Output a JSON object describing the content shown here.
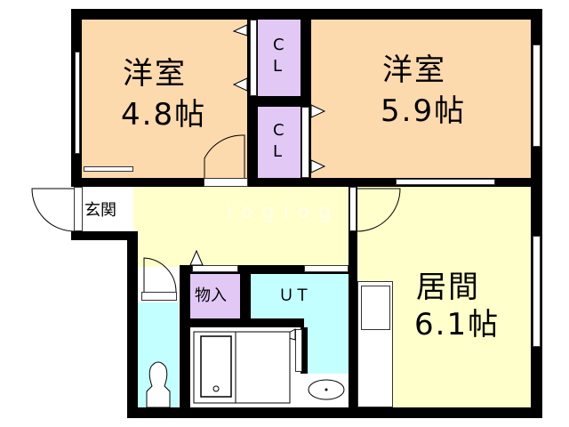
{
  "floorplan": {
    "colors": {
      "western_room": "#FDD9AE",
      "closet": "#E1C8F5",
      "living": "#FFFFCC",
      "wet_area": "#C4FFFF",
      "storage": "#E1C8F5",
      "wall": "#000000",
      "entrance": "#FFFFFF"
    },
    "rooms": {
      "western_room_1": {
        "name": "洋室",
        "size": "4.8帖"
      },
      "western_room_2": {
        "name": "洋室",
        "size": "5.9帖"
      },
      "closet_1": {
        "line1": "C",
        "line2": "L"
      },
      "closet_2": {
        "line1": "C",
        "line2": "L"
      },
      "entrance": {
        "name": "玄関"
      },
      "storage": {
        "name": "物入"
      },
      "utility": {
        "name": "ＵＴ"
      },
      "living": {
        "name": "居間",
        "size": "6.1帖"
      }
    },
    "watermark": "iogiog"
  }
}
